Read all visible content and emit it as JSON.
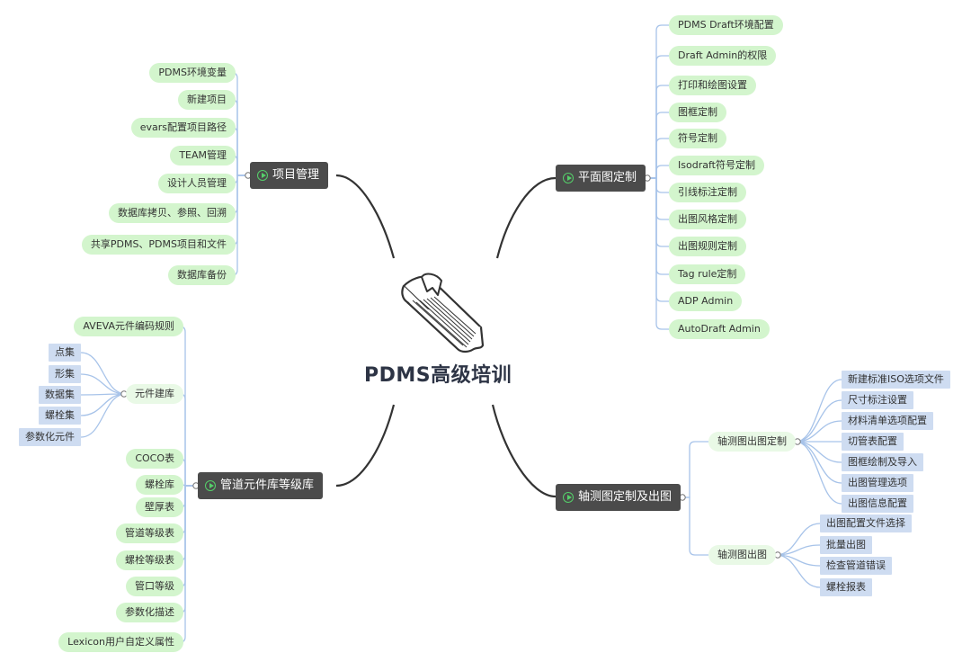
{
  "center": {
    "title": "PDMS高级培训",
    "icon": "book-icon"
  },
  "colors": {
    "branch": "#4b4b4b",
    "leaf": "#d3f5cd",
    "rect": "#cedcf1",
    "line": "#a7c3e9",
    "trunk": "#333333",
    "accent": "#55d06a"
  },
  "project_mgmt": {
    "label": "项目管理",
    "items": [
      "PDMS环境变量",
      "新建项目",
      "evars配置项目路径",
      "TEAM管理",
      "设计人员管理",
      "数据库拷贝、参照、回溯",
      "共享PDMS、PDMS项目和文件",
      "数据库备份"
    ]
  },
  "plan_custom": {
    "label": "平面图定制",
    "items": [
      "PDMS Draft环境配置",
      "Draft Admin的权限",
      "打印和绘图设置",
      "图框定制",
      "符号定制",
      "Isodraft符号定制",
      "引线标注定制",
      "出图风格定制",
      "出图规则定制",
      "Tag rule定制",
      "ADP Admin",
      "AutoDraft Admin"
    ]
  },
  "catalogue": {
    "label": "管道元件库等级库",
    "items": [
      "AVEVA元件编码规则",
      "COCO表",
      "螺栓库",
      "壁厚表",
      "管道等级表",
      "螺栓等级表",
      "管口等级",
      "参数化描述",
      "Lexicon用户自定义属性"
    ],
    "component_lib": {
      "label": "元件建库",
      "items": [
        "点集",
        "形集",
        "数据集",
        "螺栓集",
        "参数化元件"
      ]
    }
  },
  "iso": {
    "label": "轴测图定制及出图",
    "custom": {
      "label": "轴测图出图定制",
      "items": [
        "新建标准ISO选项文件",
        "尺寸标注设置",
        "材料清单选项配置",
        "切管表配置",
        "图框绘制及导入",
        "出图管理选项",
        "出图信息配置"
      ]
    },
    "output": {
      "label": "轴测图出图",
      "items": [
        "出图配置文件选择",
        "批量出图",
        "检查管道错误",
        "螺栓报表"
      ]
    }
  }
}
